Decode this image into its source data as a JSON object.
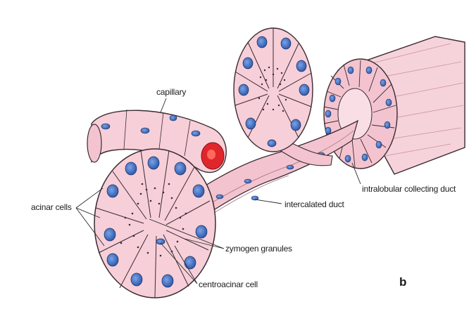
{
  "labels": {
    "capillary": "capillary",
    "acinar_cells": "acinar cells",
    "zymogen_granules": "zymogen granules",
    "centroacinar_cell": "centroacinar cell",
    "intercalated_duct": "intercalated duct",
    "intralobular_collecting_duct": "intralobular collecting duct"
  },
  "panel_letter": "b",
  "colors": {
    "cell_fill": "#f7cfd8",
    "outline": "#3b2b33",
    "nucleus": "#3d6cc0",
    "red_blood_cell": "#e0262b",
    "duct_tissue": "#f3c4cf"
  }
}
